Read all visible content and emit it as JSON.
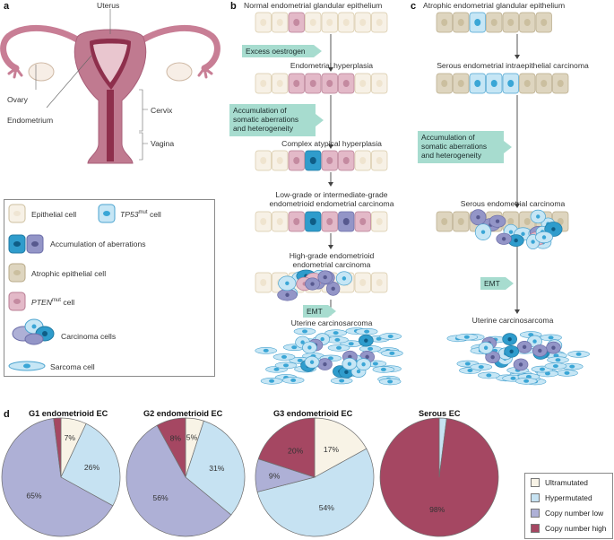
{
  "panel_labels": {
    "a": "a",
    "b": "b",
    "c": "c",
    "d": "d"
  },
  "anatomy": {
    "uterus": "Uterus",
    "ovary": "Ovary",
    "endometrium": "Endometrium",
    "cervix": "Cervix",
    "vagina": "Vagina"
  },
  "legend": {
    "items": [
      {
        "label": "Epithelial cell",
        "icon": "epithelial-cell"
      },
      {
        "label": "TP53",
        "sup": "mut",
        "suffix": " cell",
        "icon": "tp53-mut-cell"
      },
      {
        "label": "Accumulation of aberrations",
        "icon": "aberration-cells"
      },
      {
        "label": "Atrophic epithelial cell",
        "icon": "atrophic-cell"
      },
      {
        "label": "PTEN",
        "sup": "mut",
        "suffix": " cell",
        "icon": "pten-mut-cell"
      },
      {
        "label": "Carcinoma cells",
        "icon": "carcinoma-cells"
      },
      {
        "label": "Sarcoma cell",
        "icon": "sarcoma-cell"
      }
    ]
  },
  "panel_b": {
    "title": "Normal endometrial glandular epithelium",
    "steps": [
      "Endometrial hyperplasia",
      "Complex atypical hyperplasia",
      "Low-grade or intermediate-grade",
      "endometrioid endometrial carcinoma",
      "High-grade endometrioid",
      "endometrial carcinoma",
      "Uterine carcinosarcoma"
    ],
    "callouts": {
      "oestrogen": "Excess oestrogen",
      "accum1": "Accumulation of",
      "accum2": "somatic aberrations",
      "accum3": "and heterogeneity",
      "emt": "EMT"
    }
  },
  "panel_c": {
    "title": "Atrophic endometrial glandular epithelium",
    "steps": [
      "Serous endometrial intraepithelial carcinoma",
      "Serous endometrial carcinoma",
      "Uterine carcinosarcoma"
    ],
    "callouts": {
      "accum1": "Accumulation of",
      "accum2": "somatic aberrations",
      "accum3": "and heterogeneity",
      "emt": "EMT"
    }
  },
  "colors": {
    "ultramutated": "#f8f3e6",
    "hypermutated": "#c6e2f2",
    "copy_number_low": "#aeb0d6",
    "copy_number_high": "#a54762",
    "callout": "#a7dccf",
    "tp53": "#3aa6d6",
    "pten": "#e3b9c8",
    "atrophic": "#ded5bf",
    "epithelial": "#f7f1e6"
  },
  "chart_data": [
    {
      "type": "pie",
      "title": "G1 endometrioid EC",
      "labels": [
        "Ultramutated",
        "Hypermutated",
        "Copy number low",
        "Copy number high"
      ],
      "values": [
        7,
        26,
        65,
        2
      ],
      "data_labels": [
        "7%",
        "26%",
        "65%",
        ""
      ]
    },
    {
      "type": "pie",
      "title": "G2 endometrioid EC",
      "labels": [
        "Ultramutated",
        "Hypermutated",
        "Copy number low",
        "Copy number high"
      ],
      "values": [
        5,
        31,
        56,
        8
      ],
      "data_labels": [
        "5%",
        "31%",
        "56%",
        "8%"
      ]
    },
    {
      "type": "pie",
      "title": "G3 endometrioid EC",
      "labels": [
        "Ultramutated",
        "Hypermutated",
        "Copy number low",
        "Copy number high"
      ],
      "values": [
        17,
        54,
        9,
        20
      ],
      "data_labels": [
        "17%",
        "54%",
        "9%",
        "20%"
      ]
    },
    {
      "type": "pie",
      "title": "Serous EC",
      "labels": [
        "Ultramutated",
        "Hypermutated",
        "Copy number low",
        "Copy number high"
      ],
      "values": [
        0,
        2,
        0,
        98
      ],
      "data_labels": [
        "",
        "",
        "",
        "98%"
      ]
    }
  ],
  "pie_legend": [
    "Ultramutated",
    "Hypermutated",
    "Copy number low",
    "Copy number high"
  ]
}
